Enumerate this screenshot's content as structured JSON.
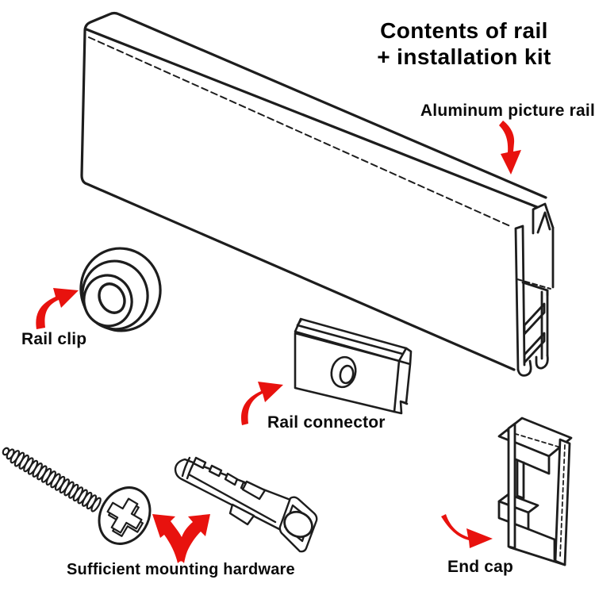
{
  "title": {
    "line1": "Contents of rail",
    "line2": "+ installation kit"
  },
  "labels": {
    "rail": "Aluminum picture rail",
    "clip": "Rail clip",
    "connector": "Rail connector",
    "hardware": "Sufficient mounting hardware",
    "end_cap": "End cap"
  },
  "colors": {
    "background": "#ffffff",
    "line": "#1d1d1d",
    "arrow_red": "#e8120e",
    "text": "#000000"
  }
}
